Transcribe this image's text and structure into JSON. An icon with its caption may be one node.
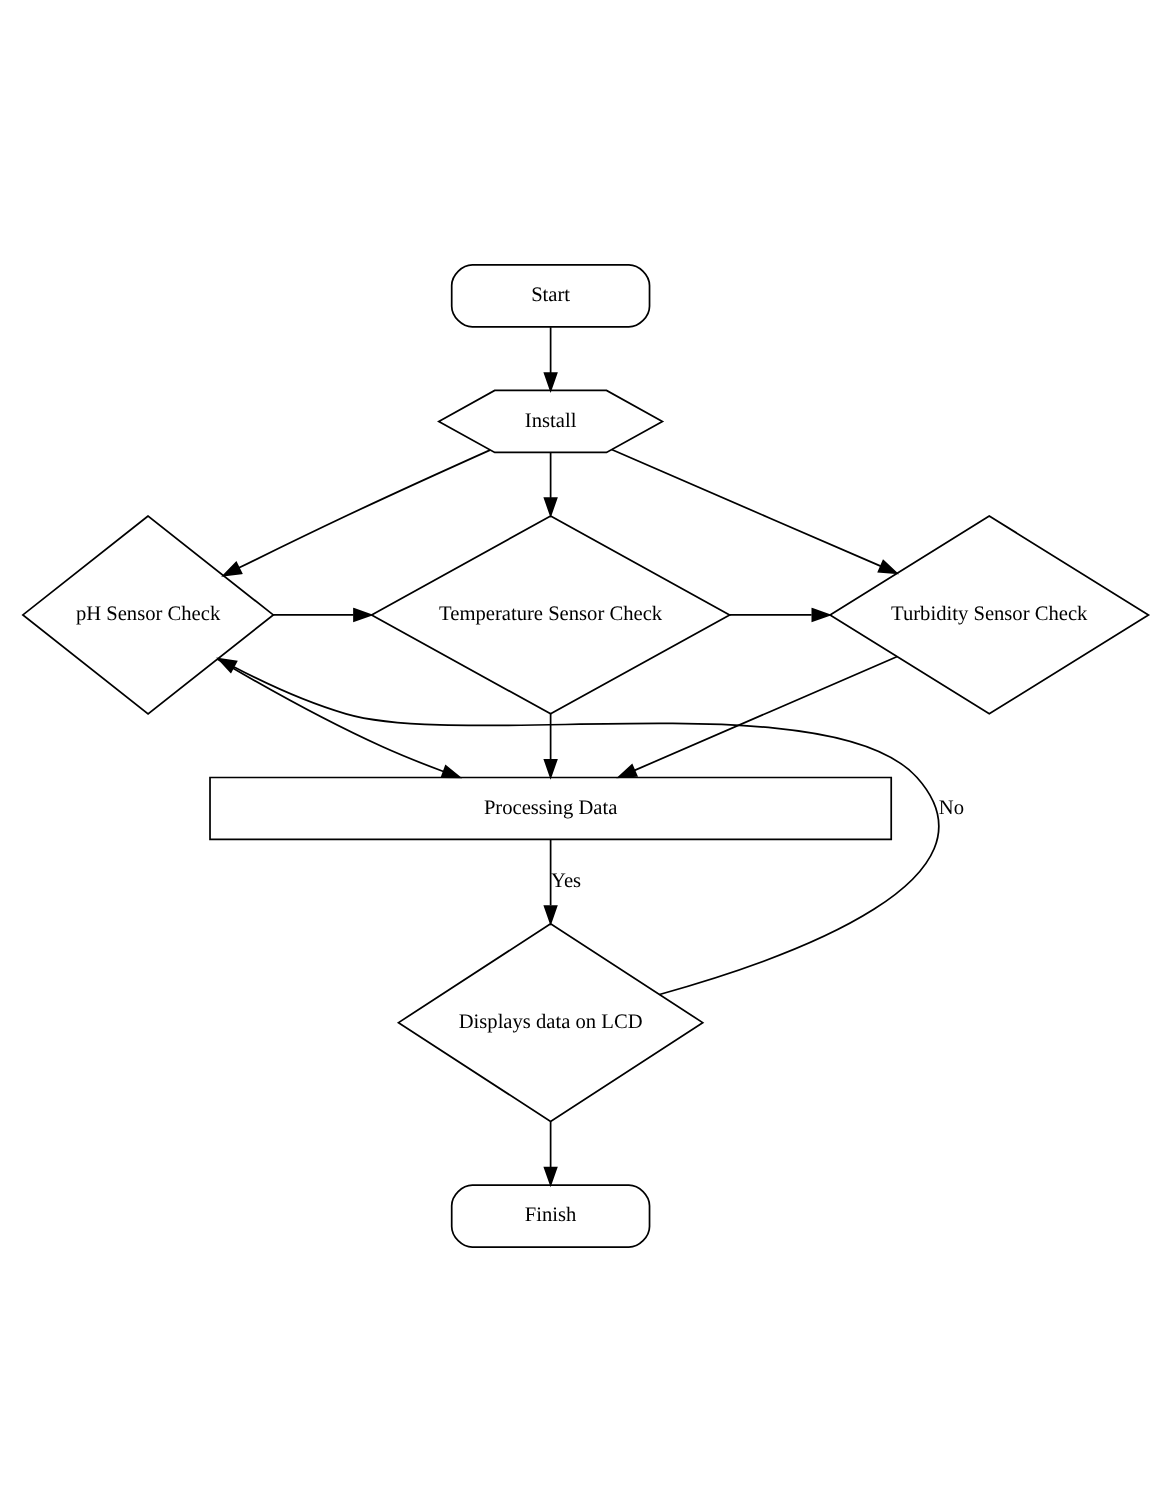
{
  "diagram": {
    "nodes": [
      {
        "text": [
          "Start"
        ]
      },
      {
        "text": [
          "Install"
        ]
      },
      {
        "text": [
          "pH Sensor Check"
        ]
      },
      {
        "text": [
          "Temperature Sensor Check"
        ]
      },
      {
        "text": [
          "Turbidity Sensor Check"
        ]
      },
      {
        "text": [
          "Processing Data"
        ]
      },
      {
        "text": [
          "Displays data on LCD"
        ]
      },
      {
        "text": [
          "Finish"
        ]
      }
    ],
    "edges": [
      {
        "from": 0,
        "to": 1,
        "arrow": "to"
      },
      {
        "from": 1,
        "to": 2,
        "arrow": "to"
      },
      {
        "from": 1,
        "to": 3,
        "arrow": "to"
      },
      {
        "from": 1,
        "to": 4,
        "arrow": "to"
      },
      {
        "from": 2,
        "to": 3,
        "arrow": "to"
      },
      {
        "from": 3,
        "to": 4,
        "arrow": "to"
      },
      {
        "from": 2,
        "to": 5,
        "arrow": "to"
      },
      {
        "from": 3,
        "to": 5,
        "arrow": "to"
      },
      {
        "from": 4,
        "to": 5,
        "arrow": "to"
      },
      {
        "from": 5,
        "to": 6,
        "arrow": "to",
        "label": "Yes"
      },
      {
        "from": 6,
        "to": 2,
        "arrow": "to",
        "label": "No"
      },
      {
        "from": 6,
        "to": 7,
        "arrow": "to"
      }
    ]
  }
}
